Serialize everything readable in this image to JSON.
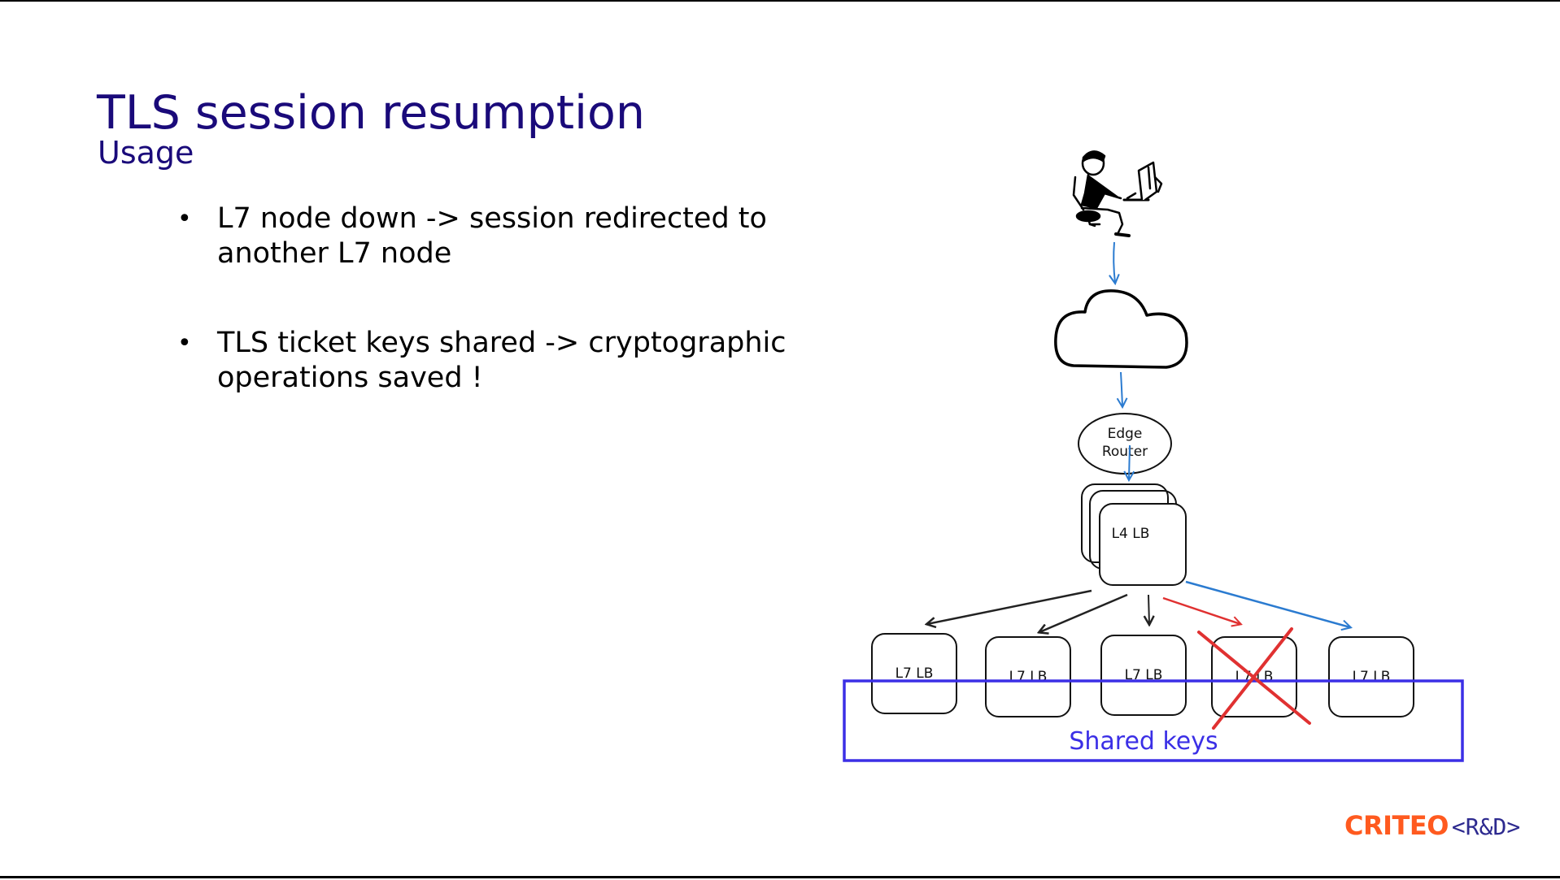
{
  "slide": {
    "title": "TLS session resumption",
    "subtitle": "Usage",
    "bullets": [
      "L7 node down -> session redirected to another L7 node",
      "TLS ticket keys shared -> cryptographic operations  saved !"
    ]
  },
  "diagram": {
    "nodes": {
      "edge_router_line1": "Edge",
      "edge_router_line2": "Router",
      "l4_lb": "L4 LB",
      "l7_lbs": [
        "L7 LB",
        "L7 LB",
        "L7 LB",
        "L7 LB",
        "L7 LB"
      ]
    },
    "shared_keys_label": "Shared keys",
    "colors": {
      "arrow_blue": "#2b7bd0",
      "arrow_red": "#e03131",
      "arrow_black": "#222222",
      "shared_box": "#3b2fe6",
      "cross": "#e03131"
    }
  },
  "logo": {
    "brand": "CRITEO",
    "suffix": "<R&D>"
  }
}
